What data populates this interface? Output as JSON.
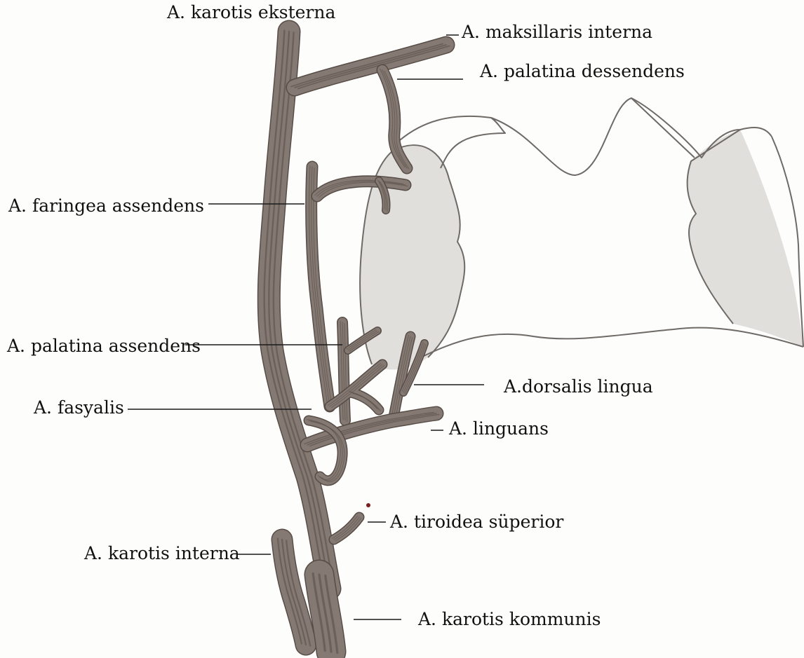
{
  "colors": {
    "vessel": "#857a73",
    "vessel_dark": "#574c46",
    "gland_shade": "#d6d4d2",
    "outline": "#6e6a66",
    "leader": "#1a1a1a",
    "text": "#111111"
  },
  "labels": {
    "karotis_eksterna": "A. karotis eksterna",
    "maksillaris_interna": "A. maksillaris interna",
    "palatina_dessendens": "A. palatina dessendens",
    "faringea_assendens": "A. faringea assendens",
    "palatina_assendens": "A. palatina assendens",
    "dorsalis_lingua": "A.dorsalis lingua",
    "fasyalis": "A. fasyalis",
    "linguans": "A. linguans",
    "tiroidea_superior": "A. tiroidea süperior",
    "karotis_interna": "A. karotis interna",
    "karotis_kommunis": "A. karotis kommunis"
  }
}
